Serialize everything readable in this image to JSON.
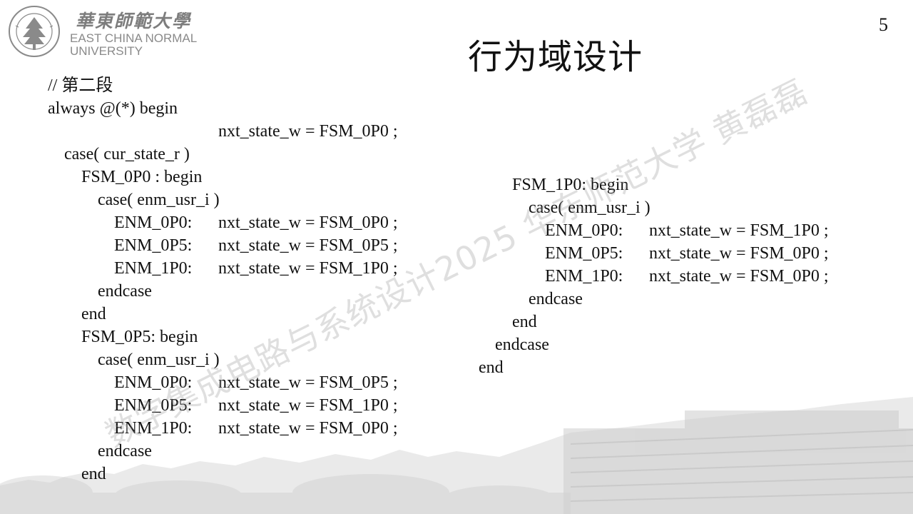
{
  "header": {
    "logo_cn": "華東師範大學",
    "logo_en_line1": "EAST CHINA NORMAL",
    "logo_en_line2": "UNIVERSITY",
    "page_number": "5",
    "title": "行为域设计"
  },
  "code": {
    "left_column": [
      {
        "line": "// 第二段"
      },
      {
        "line": "always @(*) begin"
      },
      {
        "line": "nxt_state_w = FSM_0P0 ;"
      },
      {
        "line": "case( cur_state_r )"
      },
      {
        "line": "FSM_0P0 : begin"
      },
      {
        "line": "case( enm_usr_i )"
      },
      {
        "line": "ENM_0P0:",
        "stmt": "nxt_state_w = FSM_0P0 ;"
      },
      {
        "line": "ENM_0P5:",
        "stmt": "nxt_state_w = FSM_0P5 ;"
      },
      {
        "line": "ENM_1P0:",
        "stmt": "nxt_state_w = FSM_1P0 ;"
      },
      {
        "line": "endcase"
      },
      {
        "line": "end"
      },
      {
        "line": "FSM_0P5: begin"
      },
      {
        "line": "case( enm_usr_i )"
      },
      {
        "line": "ENM_0P0:",
        "stmt": "nxt_state_w = FSM_0P5 ;"
      },
      {
        "line": "ENM_0P5:",
        "stmt": "nxt_state_w = FSM_1P0 ;"
      },
      {
        "line": "ENM_1P0:",
        "stmt": "nxt_state_w = FSM_0P0 ;"
      },
      {
        "line": "endcase"
      },
      {
        "line": "end"
      }
    ],
    "right_column": [
      {
        "line": "FSM_1P0: begin"
      },
      {
        "line": "case( enm_usr_i )"
      },
      {
        "line": "ENM_0P0:",
        "stmt": "nxt_state_w = FSM_1P0 ;"
      },
      {
        "line": "ENM_0P5:",
        "stmt": "nxt_state_w = FSM_0P0 ;"
      },
      {
        "line": "ENM_1P0:",
        "stmt": "nxt_state_w = FSM_0P0 ;"
      },
      {
        "line": "endcase"
      },
      {
        "line": "end"
      },
      {
        "line": "endcase"
      },
      {
        "line": "end"
      }
    ]
  },
  "watermark": "数字集成电路与系统设计2025 华东师范大学 黄磊磊",
  "colors": {
    "text": "#111111",
    "logo_gray": "#8a8a8a",
    "watermark": "#969696"
  }
}
